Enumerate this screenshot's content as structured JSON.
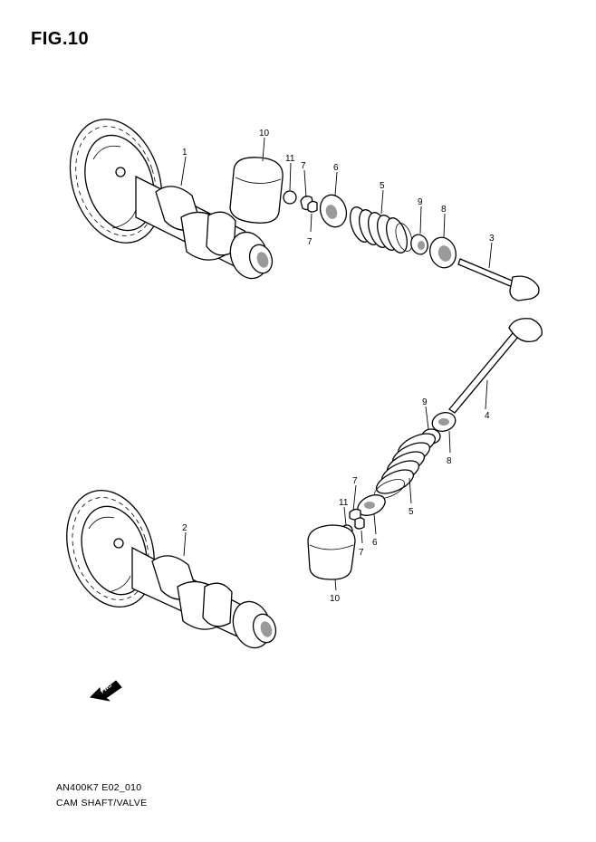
{
  "figure": {
    "title": "FIG.10"
  },
  "labels": {
    "cam_1": "1",
    "cam_2": "2",
    "valve_ex": "3",
    "valve_in": "4",
    "spring_upper": "5",
    "spring_lower": "5",
    "retainer_upper": "6",
    "retainer_lower": "6",
    "cotter_upper_a": "7",
    "cotter_upper_b": "7",
    "cotter_lower_a": "7",
    "cotter_lower_b": "7",
    "seat_upper": "8",
    "seat_lower": "8",
    "seal_upper": "9",
    "seal_lower": "9",
    "tappet_upper": "10",
    "tappet_lower": "10",
    "shim_upper": "11",
    "shim_lower": "11",
    "fwd": "FWD"
  },
  "footer": {
    "code": "AN400K7 E02_010",
    "caption": "CAM SHAFT/VALVE"
  }
}
